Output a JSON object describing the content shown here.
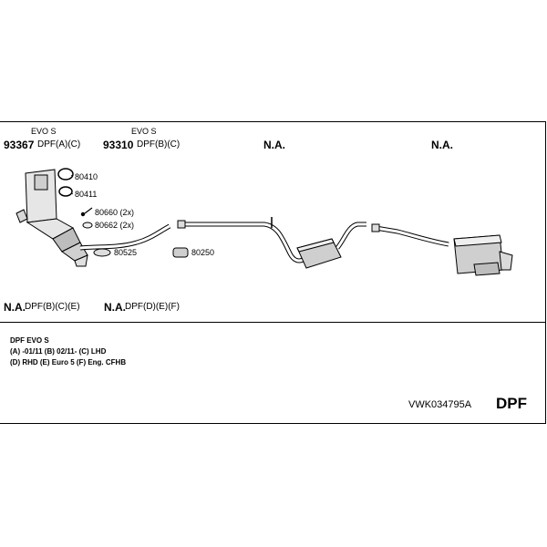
{
  "variants_top": [
    {
      "evo": "EVO S",
      "part": "93367",
      "spec": "DPF(A)(C)"
    },
    {
      "evo": "EVO S",
      "part": "93310",
      "spec": "DPF(B)(C)"
    },
    {
      "part": "N.A."
    },
    {
      "part": "N.A."
    }
  ],
  "variants_bottom": [
    {
      "part": "N.A.",
      "spec": "DPF(B)(C)(E)"
    },
    {
      "part": "N.A.",
      "spec": "DPF(D)(E)(F)"
    }
  ],
  "parts": [
    {
      "number": "80410"
    },
    {
      "number": "80411"
    },
    {
      "number": "80660 (2x)"
    },
    {
      "number": "80662 (2x)"
    },
    {
      "number": "80525"
    },
    {
      "number": "80250"
    }
  ],
  "legend": {
    "title": "DPF EVO S",
    "line1": "(A) -01/11 (B) 02/11- (C) LHD",
    "line2": "(D) RHD (E) Euro 5 (F) Eng. CFHB"
  },
  "kit_code": "VWK034795A",
  "kit_type": "DPF"
}
